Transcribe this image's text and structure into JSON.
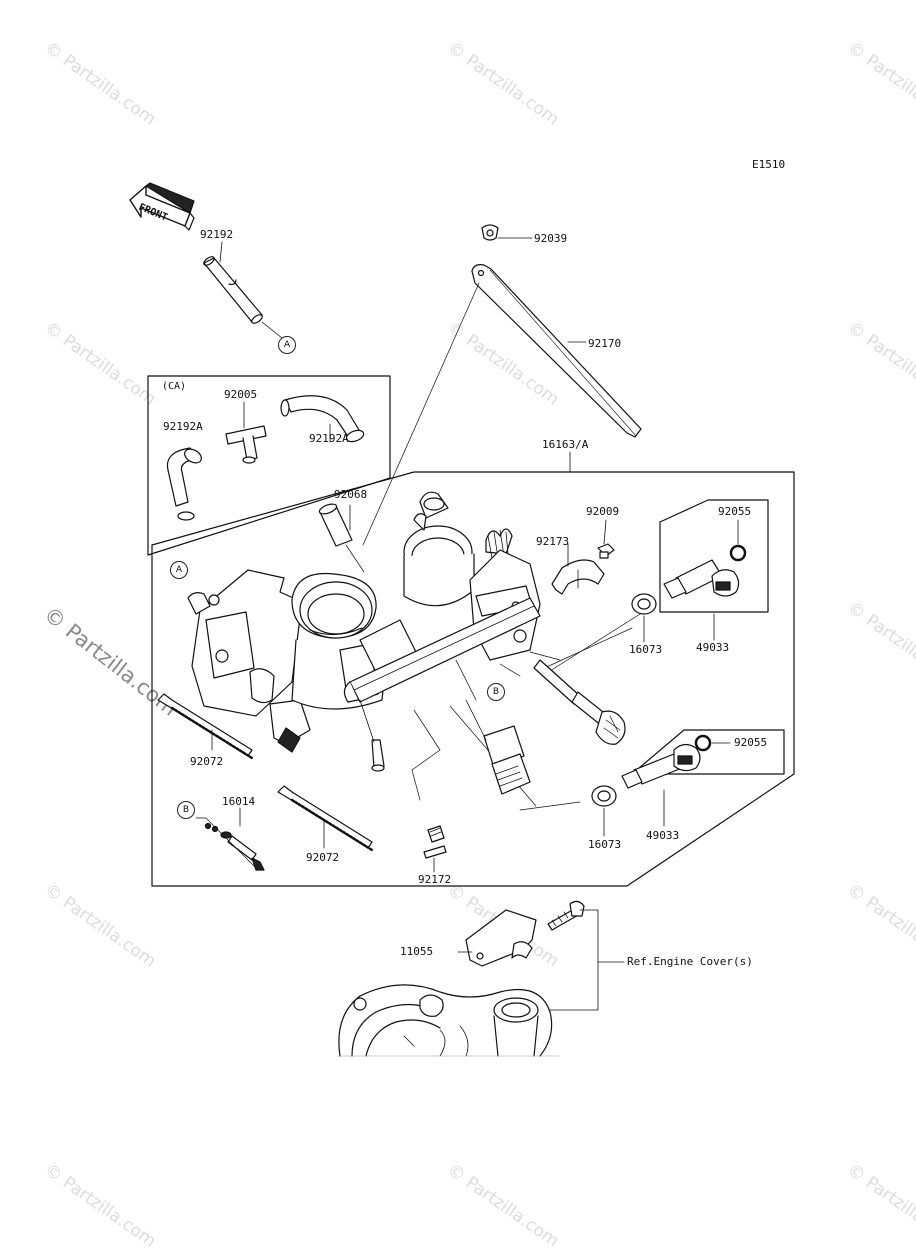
{
  "diagram_code": "E1510",
  "front_label": "FRONT",
  "ca_label": "(CA)",
  "watermark": "© Partzilla.com",
  "ref_note": "Ref.Engine Cover(s)",
  "callouts": {
    "a": "A",
    "b": "B"
  },
  "parts": {
    "p92192": "92192",
    "p92039": "92039",
    "p92170": "92170",
    "p92005": "92005",
    "p92192a_left": "92192A",
    "p92192a_right": "92192A",
    "p16163": "16163/A",
    "p92068": "92068",
    "p92009": "92009",
    "p92173": "92173",
    "p92055_top": "92055",
    "p16073_top": "16073",
    "p49033_top": "49033",
    "p92055_bottom": "92055",
    "p16073_bottom": "16073",
    "p49033_bottom": "49033",
    "p92072_left": "92072",
    "p92072_right": "92072",
    "p16014": "16014",
    "p92172": "92172",
    "p11055": "11055"
  }
}
